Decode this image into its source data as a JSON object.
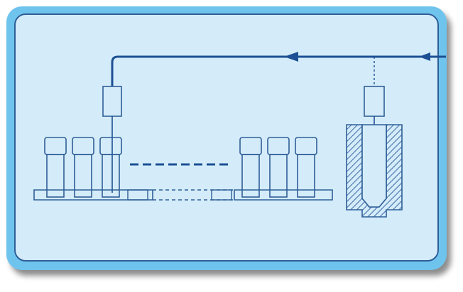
{
  "colors": {
    "frame_border": "#6fc4ee",
    "panel_background": "#d4ecfa",
    "line_color": "#2f5e97",
    "accent_line": "#1c4f94",
    "hatch": "#3a67a3"
  },
  "diagram": {
    "description_free": true,
    "left_vial_count": 3,
    "middle_empty_slot_count": 2,
    "right_vial_count": 3,
    "has_flow_arrows": true,
    "arrow_direction": "left"
  }
}
